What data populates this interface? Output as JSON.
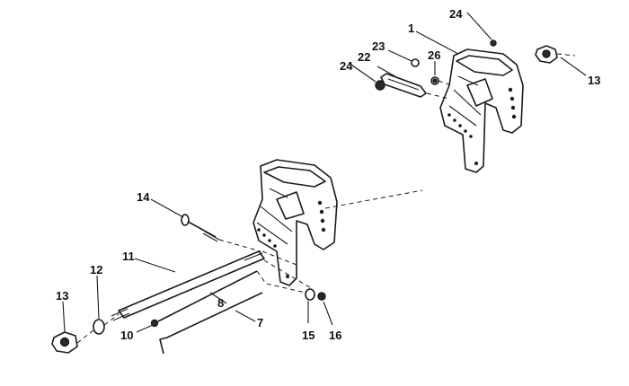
{
  "callouts": {
    "c1": "1",
    "c7": "7",
    "c8": "8",
    "c10": "10",
    "c11": "11",
    "c12": "12",
    "c13_left": "13",
    "c13_right": "13",
    "c14": "14",
    "c15": "15",
    "c16": "16",
    "c22": "22",
    "c23": "23",
    "c24_top": "24",
    "c24_left": "24",
    "c26": "26"
  }
}
